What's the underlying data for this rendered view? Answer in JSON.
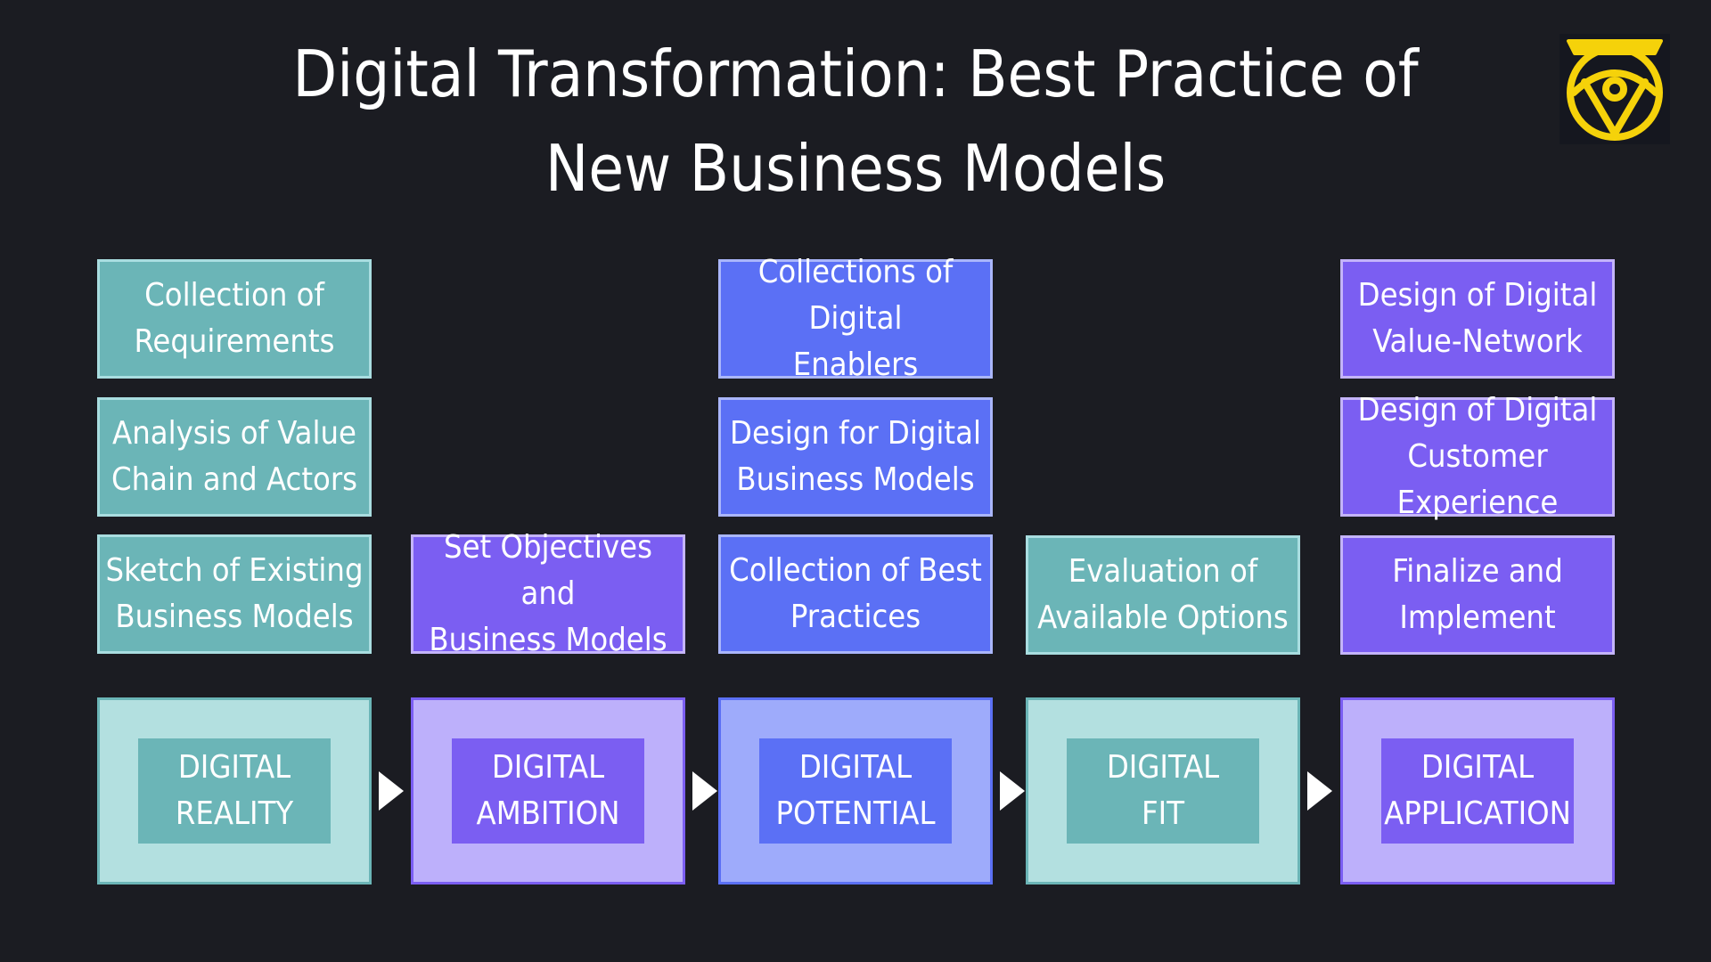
{
  "title": {
    "line1": "Digital Transformation: Best Practice of",
    "line2": "New Business Models"
  },
  "logo": {
    "icon": "eye-shield-icon",
    "color": "#f5d20a"
  },
  "colors": {
    "background": "#1b1c22",
    "teal": "#6bb5b7",
    "violet": "#7b5ef2",
    "blue": "#5b70f5",
    "arrow": "#ffffff"
  },
  "stages": [
    {
      "line1": "DIGITAL",
      "line2": "REALITY",
      "tasks": [
        {
          "line1": "Collection of",
          "line2": "Requirements"
        },
        {
          "line1": "Analysis of Value",
          "line2": "Chain and Actors"
        },
        {
          "line1": "Sketch of Existing",
          "line2": "Business Models"
        }
      ]
    },
    {
      "line1": "DIGITAL",
      "line2": "AMBITION",
      "tasks": [
        {
          "line1": "Set Objectives and",
          "line2": "Business Models"
        }
      ]
    },
    {
      "line1": "DIGITAL",
      "line2": "POTENTIAL",
      "tasks": [
        {
          "line1": "Collections of Digital",
          "line2": "Enablers"
        },
        {
          "line1": "Design for Digital",
          "line2": "Business Models"
        },
        {
          "line1": "Collection of Best",
          "line2": "Practices"
        }
      ]
    },
    {
      "line1": "DIGITAL",
      "line2": "FIT",
      "tasks": [
        {
          "line1": "Evaluation of",
          "line2": "Available Options"
        }
      ]
    },
    {
      "line1": "DIGITAL",
      "line2": "APPLICATION",
      "tasks": [
        {
          "line1": "Design of Digital",
          "line2": "Value-Network"
        },
        {
          "line1": "Design of Digital",
          "line2": "Customer Experience"
        },
        {
          "line1": "Finalize and",
          "line2": "Implement"
        }
      ]
    }
  ]
}
